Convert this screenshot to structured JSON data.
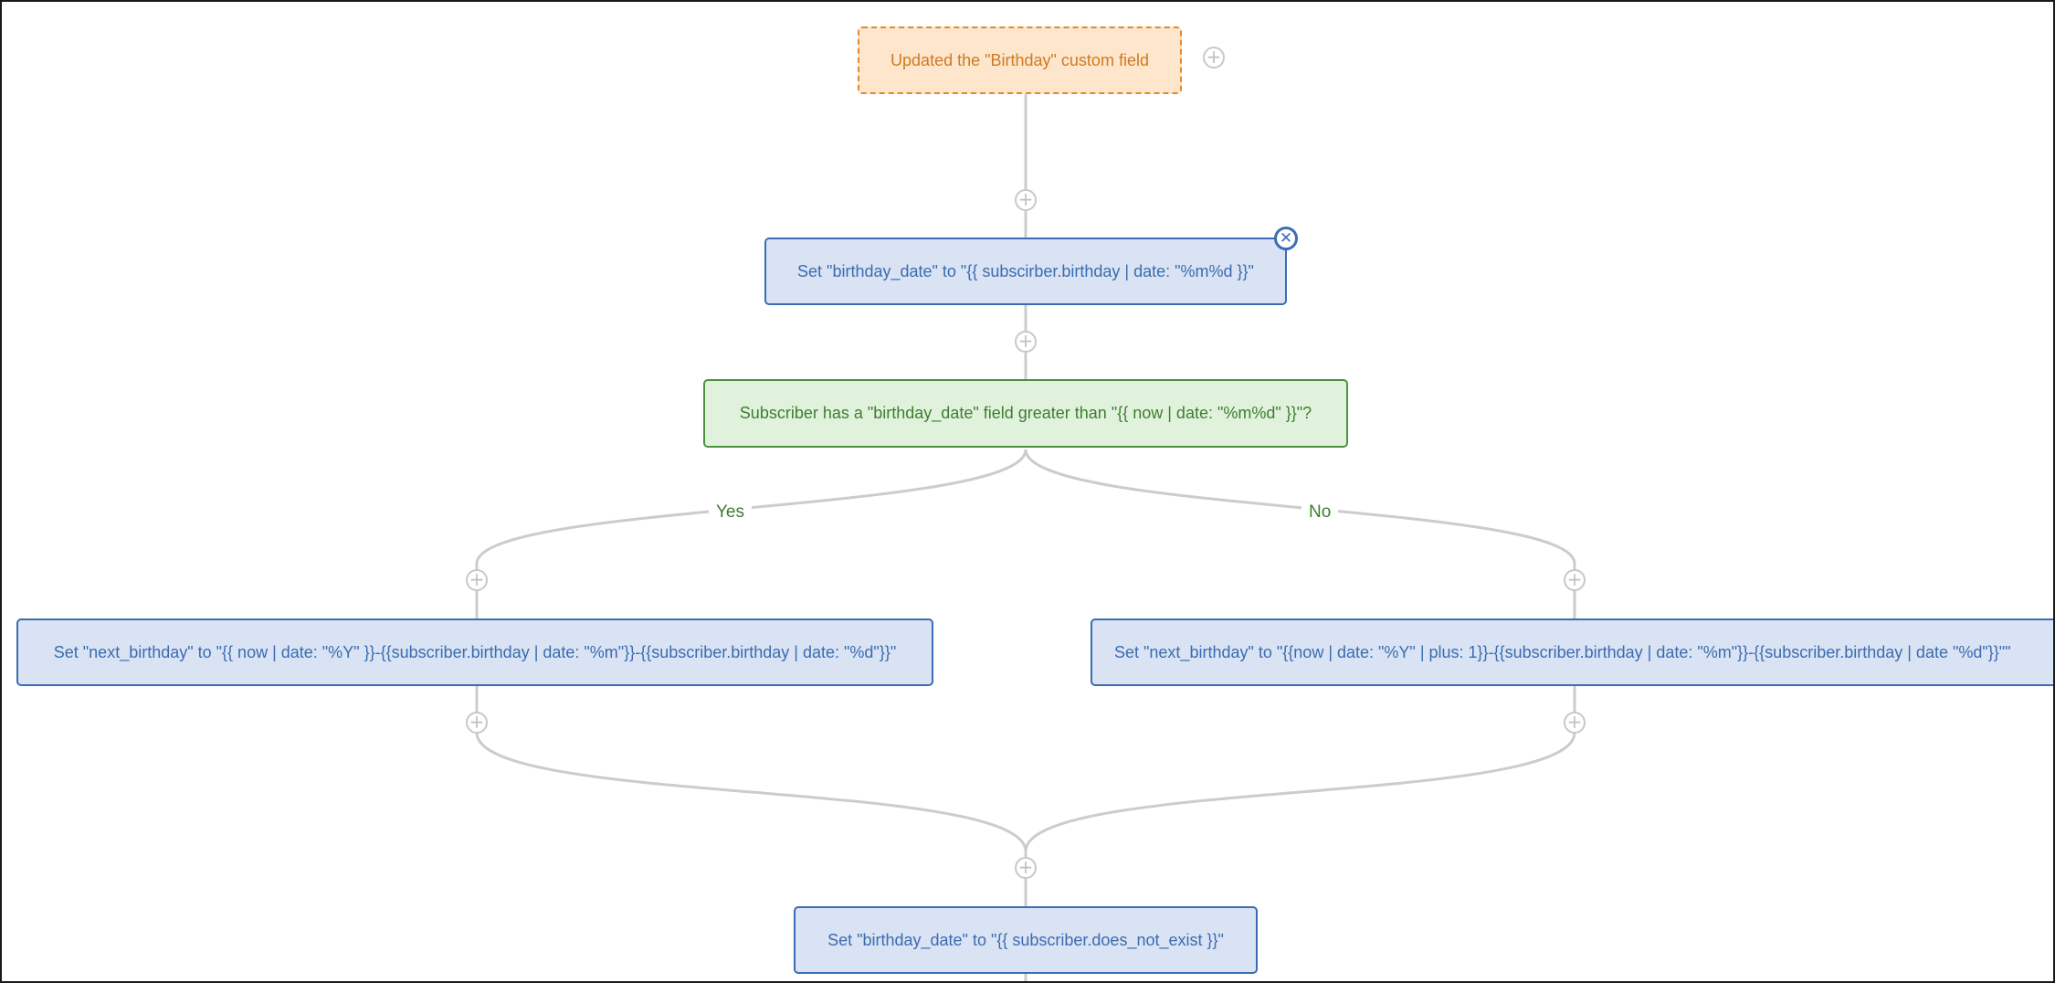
{
  "workflow": {
    "trigger": {
      "label": "Updated the \"Birthday\" custom field"
    },
    "step1": {
      "label": "Set \"birthday_date\" to \"{{ subscirber.birthday | date: \"%m%d }}\""
    },
    "condition": {
      "label": "Subscriber has a \"birthday_date\" field greater than \"{{ now | date: \"%m%d\" }}\"?",
      "yes_label": "Yes",
      "no_label": "No"
    },
    "yes_action": {
      "label": "Set \"next_birthday\" to \"{{ now | date: \"%Y\" }}-{{subscriber.birthday | date: \"%m\"}}-{{subscriber.birthday | date: \"%d\"}}\""
    },
    "no_action": {
      "label": "Set \"next_birthday\" to \"{{now | date: \"%Y\" | plus: 1}}-{{subscriber.birthday | date: \"%m\"}}-{{subscriber.birthday | date \"%d\"}}\"\""
    },
    "final_action": {
      "label": "Set \"birthday_date\" to \"{{ subscriber.does_not_exist }}\""
    }
  },
  "controls": {
    "add_symbol": "+",
    "remove_symbol": "✕"
  },
  "icons": {
    "add": "plus-circle-icon",
    "remove": "close-circle-icon"
  },
  "colors": {
    "trigger_fill": "#fde6cc",
    "trigger_border": "#e08a2e",
    "action_fill": "#d9e3f4",
    "action_border": "#3b6db4",
    "condition_fill": "#e1f2dc",
    "condition_border": "#4e9140",
    "connector": "#c8c8c8"
  }
}
